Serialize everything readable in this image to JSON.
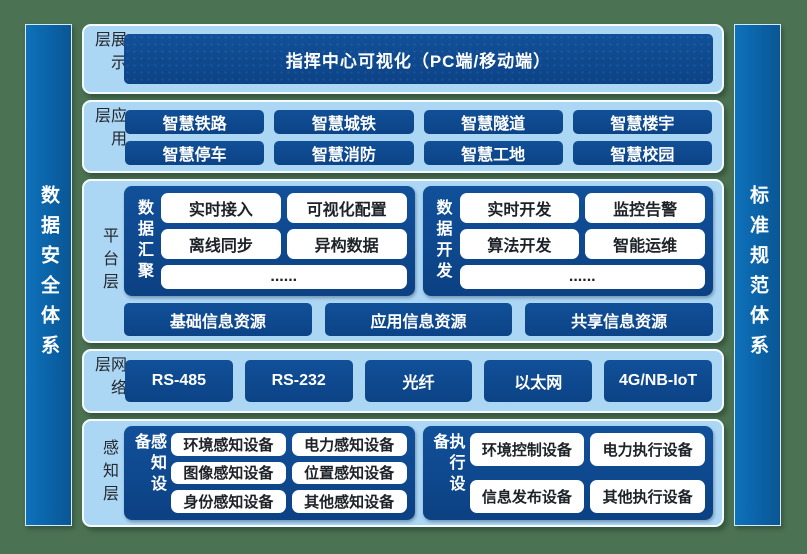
{
  "pillars": {
    "left": "数据安全体系",
    "right": "标准规范体系"
  },
  "layers": {
    "display": {
      "label": "展示层",
      "main_box": "指挥中心可视化（PC端/移动端）"
    },
    "application": {
      "label": "应用层",
      "items": [
        "智慧铁路",
        "智慧城铁",
        "智慧隧道",
        "智慧楼宇",
        "智慧停车",
        "智慧消防",
        "智慧工地",
        "智慧校园"
      ]
    },
    "platform": {
      "label": "平台层",
      "data_aggregation": {
        "title": "数据汇聚",
        "items": [
          "实时接入",
          "可视化配置",
          "离线同步",
          "异构数据",
          "......"
        ]
      },
      "data_development": {
        "title": "数据开发",
        "items": [
          "实时开发",
          "监控告警",
          "算法开发",
          "智能运维",
          "......"
        ]
      },
      "resources": [
        "基础信息资源",
        "应用信息资源",
        "共享信息资源"
      ]
    },
    "network": {
      "label": "网络层",
      "items": [
        "RS-485",
        "RS-232",
        "光纤",
        "以太网",
        "4G/NB-IoT"
      ]
    },
    "perception": {
      "label": "感知层",
      "sensing_devices": {
        "title": "感知设备",
        "items": [
          "环境感知设备",
          "电力感知设备",
          "图像感知设备",
          "位置感知设备",
          "身份感知设备",
          "其他感知设备"
        ]
      },
      "execution_devices": {
        "title": "执行设备",
        "items": [
          "环境控制设备",
          "电力执行设备",
          "信息发布设备",
          "其他执行设备"
        ]
      }
    }
  },
  "colors": {
    "background_green": "#4c7254",
    "panel_light_blue": "#abd6f4",
    "box_dark_blue": "#0d4a8f",
    "pillar_blue": "#0c66ab",
    "panel_border": "#f6fbff",
    "white_box_text": "#1d2128",
    "dark_box_text": "#ffffff"
  }
}
